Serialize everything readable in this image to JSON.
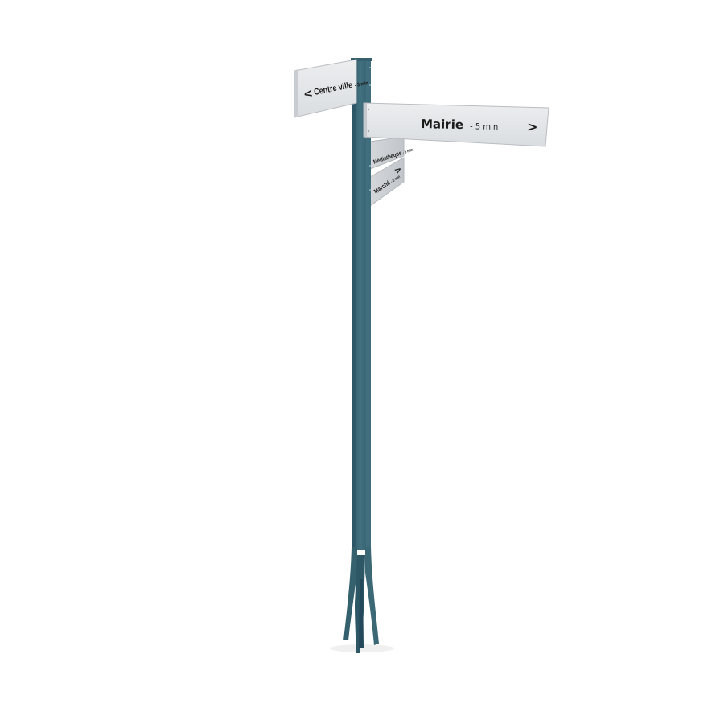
{
  "colors": {
    "background": "#ffffff",
    "post": "#3f6b7a",
    "post_dark": "#2d5462",
    "post_light": "#5a8796",
    "sign_face": "#e4e6e8",
    "sign_edge": "#b9bdc1",
    "sign_text": "#1a1a1a"
  },
  "signs": {
    "main": {
      "destination": "Mairie",
      "time": "- 5 min",
      "arrow": ">",
      "arrow_icon": "chevron-right-icon"
    },
    "left": {
      "arrow": "<",
      "arrow_icon": "chevron-left-icon",
      "destination": "Centre ville",
      "time": "- 3 min"
    },
    "back_upper": {
      "destination": "Médiathèque",
      "time": "- 5 min"
    },
    "back_lower": {
      "destination": "Marché",
      "time": "- 2 min",
      "arrow": ">",
      "arrow_icon": "chevron-right-icon"
    }
  }
}
